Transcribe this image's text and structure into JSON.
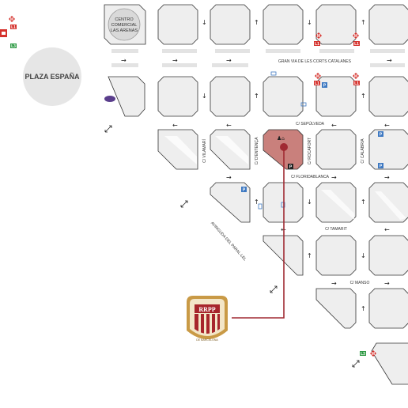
{
  "colors": {
    "block_fill": "#eeeeee",
    "block_stroke": "#333333",
    "highlight_fill": "#c9807c",
    "route": "#a02a32",
    "metro": "#d5312c",
    "line_green": "#2e9a44",
    "parking": "#3e79c2",
    "bus_purple": "#5a3e8c",
    "plaza": "#e6e6e6",
    "logo_gold": "#c99a46",
    "logo_red": "#a7252b"
  },
  "map": {
    "plaza": "PLAZA ESPAÑA",
    "mall": [
      "CENTRO",
      "COMERCIAL",
      "LAS ARENAS"
    ],
    "streets": {
      "gran_via": "GRAN VIA DE LES CORTS CATALANES",
      "sepulveda": "C/ SEPÚLVEDA",
      "floridablanca": "C/ FLORIDABLANCA",
      "tamarit": "C/ TAMARIT",
      "manso": "C/ MANSO",
      "vilamari": "C/ VILAMARÍ",
      "entenca": "C/ D'ENTENÇA",
      "rocafort": "C/ ROCAFORT",
      "calabria": "C/ CALÀBRIA",
      "paral_lel": "AVINGUDA DEL PARAL·LEL"
    },
    "icons": {
      "metro": "M",
      "line1": "L1",
      "line3": "L3",
      "parking": "P"
    },
    "logo": {
      "initials": "RRPP",
      "ring_text": "DE BARCELONA"
    }
  }
}
